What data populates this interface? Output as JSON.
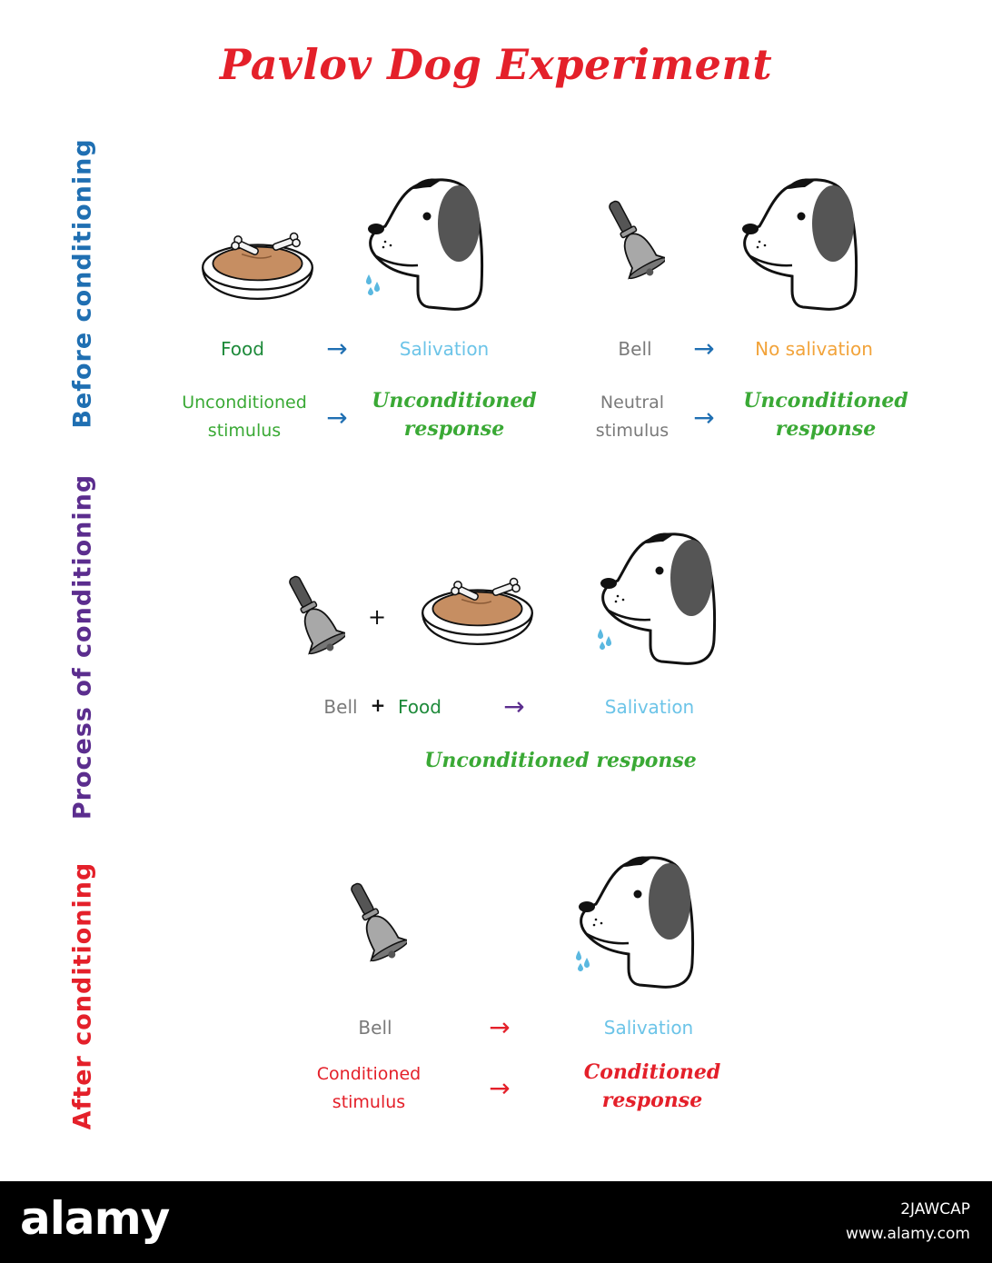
{
  "title": "Pavlov Dog Experiment",
  "colors": {
    "red": "#e4202a",
    "blue": "#1f6fb2",
    "purple": "#5b2d8e",
    "green": "#3aa935",
    "dark_green": "#1d8a3a",
    "light_blue": "#6cc4e8",
    "orange": "#f2a33a",
    "gray": "#7a7a7a"
  },
  "sections": {
    "before": {
      "label": "Before conditioning",
      "left": {
        "item1": "Food",
        "item2": "Salivation",
        "term1": [
          "Unconditioned",
          "stimulus"
        ],
        "term2": [
          "Unconditioned",
          "response"
        ]
      },
      "right": {
        "item1": "Bell",
        "item2": "No salivation",
        "term1": [
          "Neutral",
          "stimulus"
        ],
        "term2": [
          "Unconditioned",
          "response"
        ]
      }
    },
    "process": {
      "label": "Process of conditioning",
      "item1": "Bell",
      "plus": "+",
      "item2": "Food",
      "item3": "Salivation",
      "response": "Unconditioned response"
    },
    "after": {
      "label": "After conditioning",
      "item1": "Bell",
      "item2": "Salivation",
      "term1": [
        "Conditioned",
        "stimulus"
      ],
      "term2": [
        "Conditioned",
        "response"
      ]
    }
  },
  "icons": [
    "food-bowl-icon",
    "dog-head-icon",
    "bell-icon",
    "arrow-icon"
  ],
  "footer": {
    "logo": "alamy",
    "image_id": "2JAWCAP",
    "url": "www.alamy.com"
  }
}
